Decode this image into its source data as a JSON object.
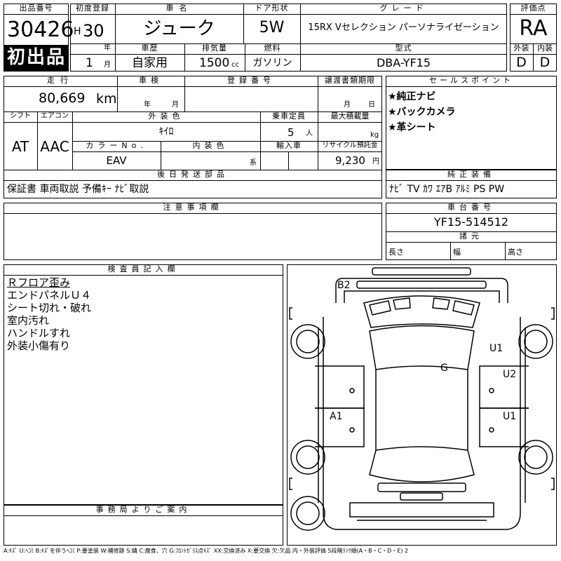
{
  "header": {
    "lot_label": "出品番号",
    "lot_number": "30426",
    "first_badge": "初出品",
    "first_reg_label": "初度登録",
    "era": "H",
    "year": "30",
    "year_unit": "年",
    "month": "1",
    "month_unit": "月",
    "car_name_label": "車名",
    "car_name": "ジューク",
    "door_label": "ドア形状",
    "door": "5W",
    "grade_label": "グレード",
    "grade": "15RX Vセレクション パーソナライゼーション",
    "score_label": "評価点",
    "score": "RA",
    "history_label": "車歴",
    "history": "自家用",
    "displacement_label": "排気量",
    "displacement": "1500",
    "displacement_unit": "cc",
    "fuel_label": "燃料",
    "fuel": "ガソリン",
    "model_label": "型式",
    "model": "DBA-YF15",
    "exterior_score_label": "外装",
    "exterior_score": "D",
    "interior_score_label": "内装",
    "interior_score": "D"
  },
  "row2": {
    "mileage_label": "走行",
    "mileage": "80,669",
    "mileage_unit": "km",
    "inspection_label": "車検",
    "inspection_year_unit": "年",
    "inspection_month_unit": "月",
    "registration_label": "登録番号",
    "transfer_label": "譲渡書類期限",
    "transfer_month_unit": "月",
    "transfer_day_unit": "日",
    "shift_label": "シフト",
    "shift": "AT",
    "ac_label": "エアコン",
    "ac": "AAC",
    "color_label": "外装色",
    "color": "ｷｲﾛ",
    "capacity_label": "乗車定員",
    "capacity": "5",
    "capacity_unit": "人",
    "load_label": "最大積載量",
    "load_unit": "kg",
    "color_no_label": "カラーNo.",
    "color_no": "EAV",
    "interior_color_label": "内装色",
    "interior_color_unit": "系",
    "import_label": "輸入車",
    "recycle_label": "リサイクル預託金",
    "recycle": "9,230",
    "recycle_unit": "円",
    "later_parts_label": "後日発送部品",
    "later_parts": "保証書 車両取説 予備ｷｰ ﾅﾋﾞ取説"
  },
  "sales": {
    "label": "セールスポイント",
    "points": [
      "★純正ナビ",
      "★バックカメラ",
      "★革シート"
    ]
  },
  "equipment": {
    "label": "純正装備",
    "value": "ﾅﾋﾞ TV ｶﾜ ｴｱB ｱﾙﾐ PS PW"
  },
  "notes": {
    "label": "注意事項欄"
  },
  "chassis": {
    "label": "車台番号",
    "value": "YF15-514512",
    "dims_label": "諸元",
    "length_label": "長さ",
    "width_label": "幅",
    "height_label": "高さ"
  },
  "inspector": {
    "label": "検査員記入欄",
    "lines": [
      "Ｒフロア歪み",
      "エンドパネルＵ４",
      "シート切れ・破れ",
      "室内汚れ",
      "ハンドルすれ",
      "外装小傷有り"
    ]
  },
  "office": {
    "label": "事務局よりご案内"
  },
  "diagram": {
    "marks": [
      "B2",
      "U1",
      "G",
      "U2",
      "A1",
      "U1"
    ]
  },
  "legend": "A:ｷｽﾞ U:ﾍｺﾐ B:ｷｽﾞを伴うﾍｺﾐ P:要塗装 W:補修跡 S:錆 C:腐食、穴 G:ﾌﾛﾝﾄｶﾞﾗｽ点ｷｽﾞ XX:交換済み X:要交換 欠:欠品 内・外装評価 5段階ﾗﾝｸ順(A・B・C・D・E) 2"
}
